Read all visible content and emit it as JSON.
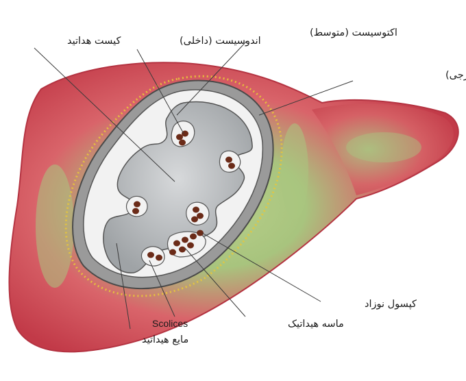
{
  "labels": {
    "hydatid_cyst": "کیست هداتید",
    "endocyst": "اندوسیست (داخلی)",
    "ectocyst": "اکتوسیست (متوسط)",
    "pericyst": "پری سیست (خارجی)",
    "daughter_capsule": "کپسول نوزاد",
    "hydatid_sand": "ماسه هیداتیک",
    "scolices": "Scolices",
    "hydatid_fluid": "مایع هیداتید"
  },
  "colors": {
    "liver": "#c9434f",
    "liver_highlight": "#9cbf7a",
    "pericyst_dots": "#e8c63a",
    "ectocyst": "#9a9a9a",
    "endocyst": "#f2f2f2",
    "cyst_fluid": "#b9bcbe",
    "scolex": "#6b2b18"
  }
}
